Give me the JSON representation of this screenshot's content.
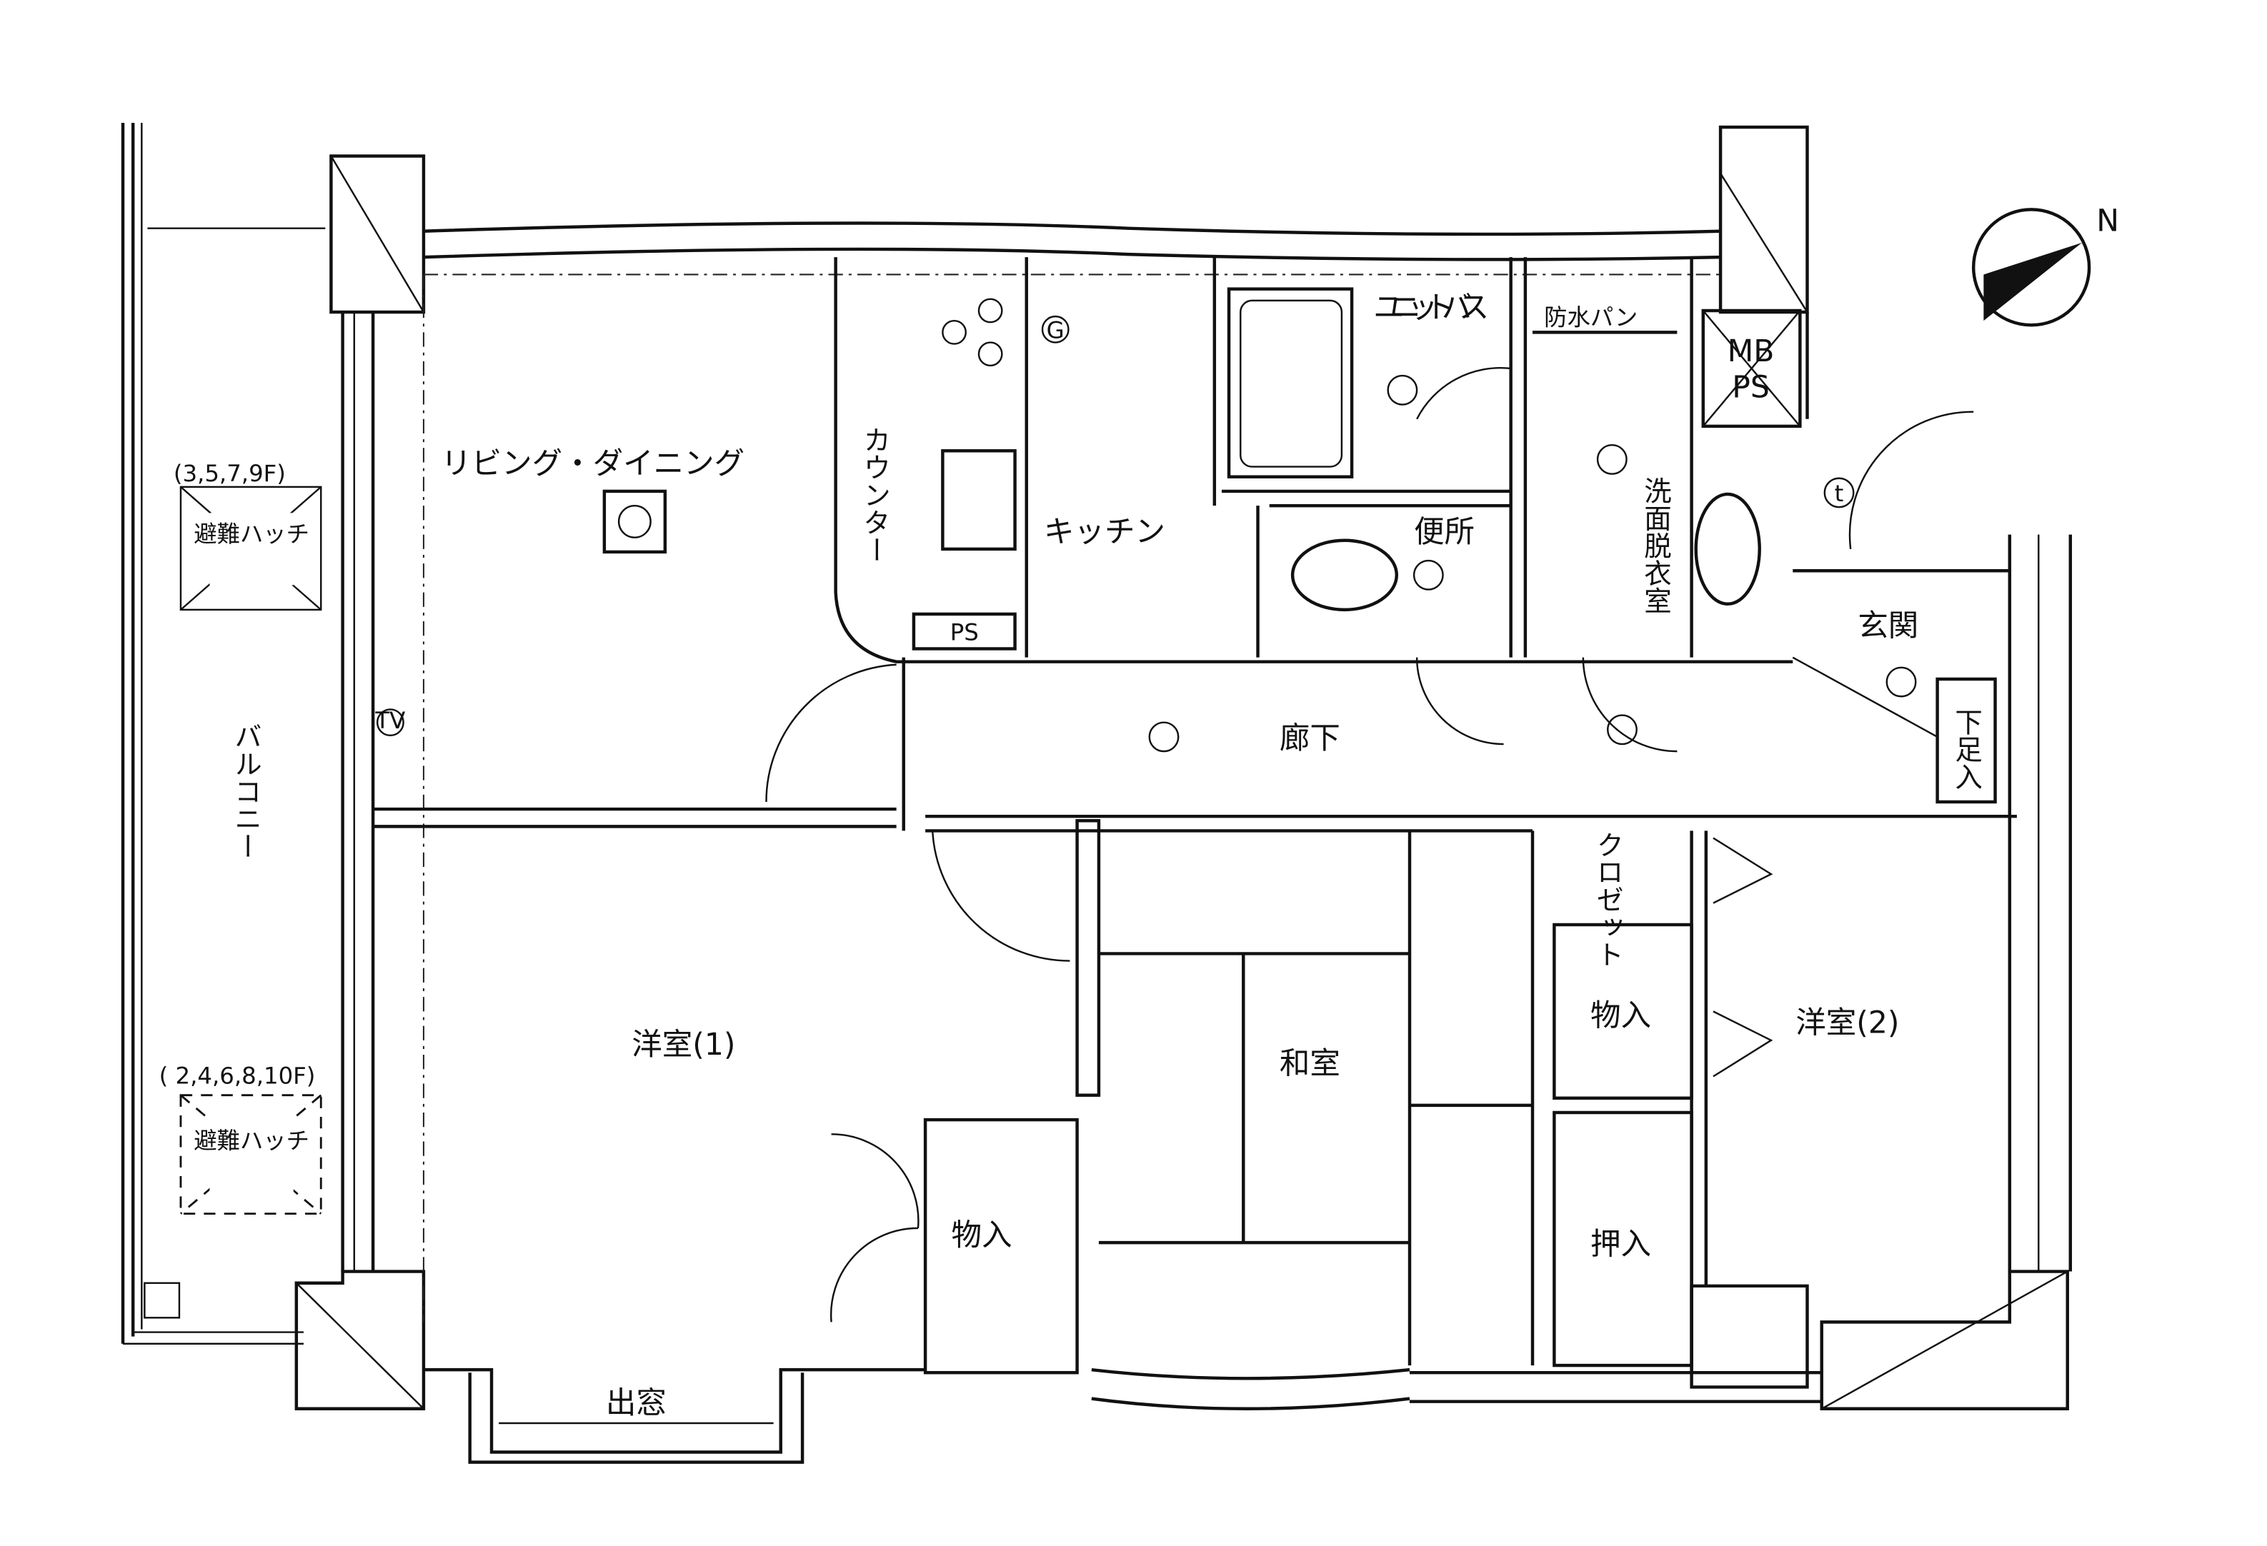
{
  "rooms": {
    "living_dining": "リビング・ダイニング",
    "counter": "カウンター",
    "kitchen": "キッチン",
    "unit_bath": "ユニットバス",
    "waterproof_pan": "防水パン",
    "mb": "MB",
    "ps": "PS",
    "ps_box": "PS",
    "washroom": "洗面脱衣室",
    "toilet": "便所",
    "entrance": "玄関",
    "shoe_box": "下足入",
    "hallway": "廊下",
    "closet": "クロゼット",
    "storage_1": "物入",
    "storage_2": "物入",
    "western_room_1": "洋室(1)",
    "japanese_room": "和室",
    "western_room_2": "洋室(2)",
    "oshiire": "押入",
    "bay_window": "出窓",
    "balcony": "バルコニー"
  },
  "hatches": [
    {
      "floors": "(3,5,7,9F)",
      "label": "避難ハッチ",
      "style": "solid"
    },
    {
      "floors": "( 2,4,6,8,10F)",
      "label": "避難ハッチ",
      "style": "dashed"
    }
  ],
  "compass": {
    "label": "N"
  },
  "symbols": {
    "gas": "G",
    "tv": "TV",
    "tel": "t"
  }
}
